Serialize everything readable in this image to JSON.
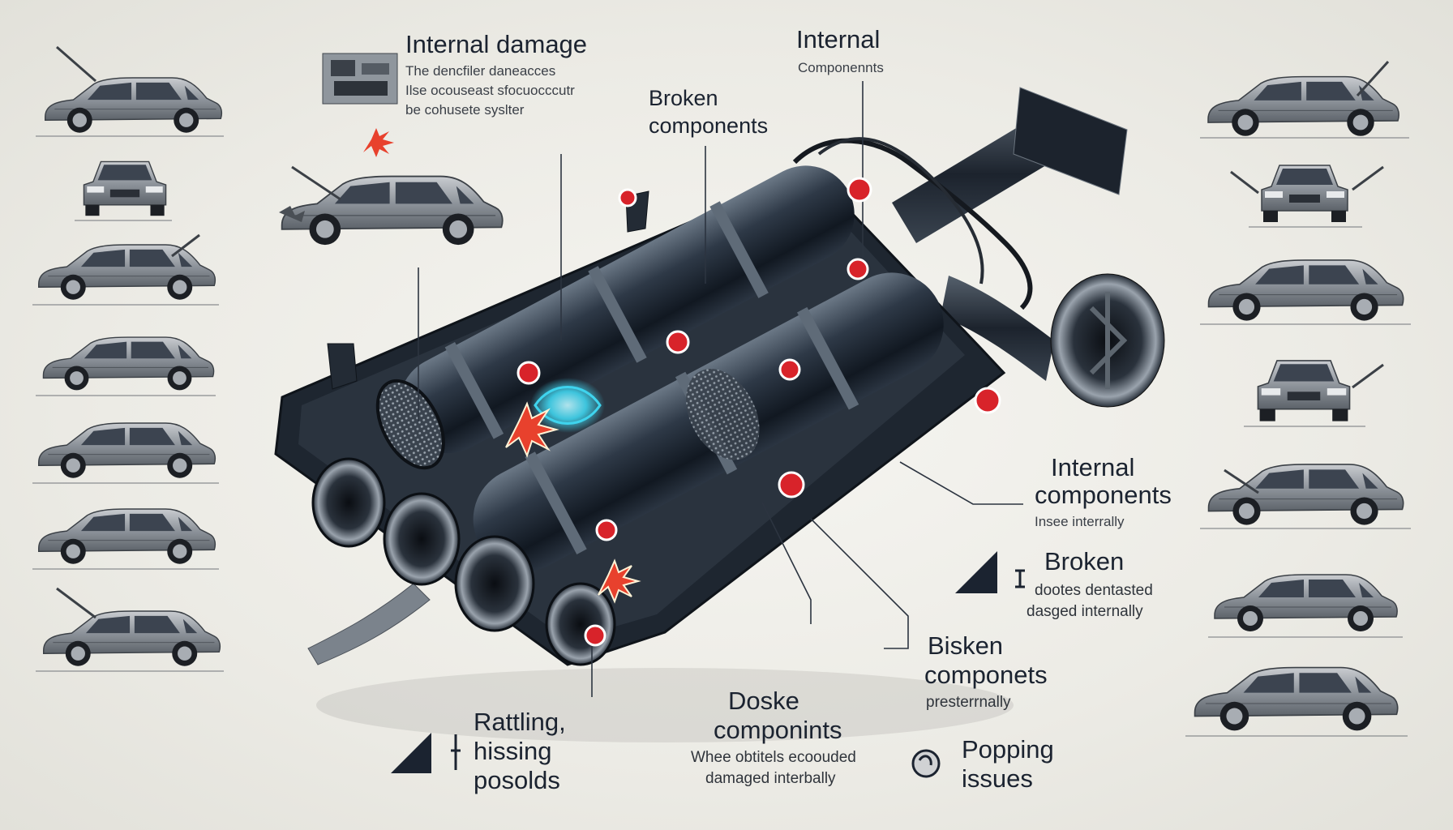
{
  "labels": {
    "internal_damage": {
      "title": "Internal damage",
      "lines": [
        "The dencfiler daneacces",
        "Ilse ocouseast sfocuocccutr",
        "be cohusete syslter"
      ]
    },
    "internal_top": {
      "title": "Internal",
      "sub": "Componennts"
    },
    "broken_top": {
      "line1": "Broken",
      "line2": "components"
    },
    "internal_right": {
      "line1": "Internal",
      "line2": "components",
      "sub": "Insee interrally"
    },
    "broken_right": {
      "title": "Broken",
      "lines": [
        "dootes dentasted",
        "dasged internally"
      ]
    },
    "bisken": {
      "line1": "Bisken",
      "line2": "componets",
      "sub": "presterrnally"
    },
    "doske": {
      "line1": "Doske",
      "line2": "componints",
      "lines": [
        "Whee obtitels ecoouded",
        "damaged interbally"
      ]
    },
    "rattling": {
      "line1": "Rattling,",
      "line2": "hissing",
      "line3": "posolds"
    },
    "popping": {
      "line1": "Popping",
      "line2": "issues"
    }
  },
  "colors": {
    "accent": "#d8232a",
    "steel": "#2c3440",
    "ink": "#1b2330",
    "glow": "#3fd4ee"
  },
  "icons": [
    "warning-triangle-icon",
    "warning-triangle-icon",
    "ear-icon",
    "spark-icon",
    "alert-marker-icon"
  ]
}
